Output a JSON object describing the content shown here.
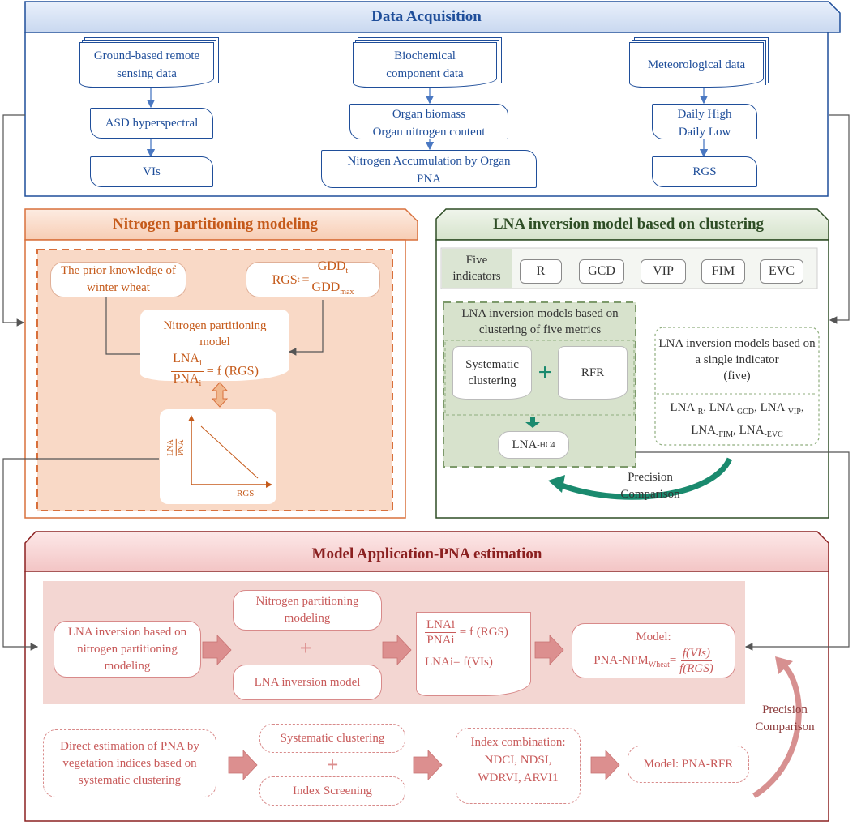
{
  "data_acquisition": {
    "title": "Data Acquisition",
    "ground_doc": "Ground-based remote sensing data",
    "asd": "ASD hyperspectral",
    "vis": "VIs",
    "biochem_doc": "Biochemical component data",
    "organ_biomass": "Organ biomass",
    "organ_nitrogen": "Organ nitrogen content",
    "nitrogen_accum": "Nitrogen Accumulation by Organ",
    "pna": "PNA",
    "meteo_doc": "Meteorological data",
    "daily_high": "Daily High",
    "daily_low": "Daily Low",
    "rgs": "RGS"
  },
  "nitrogen_partitioning": {
    "title": "Nitrogen partitioning modeling",
    "prior_knowledge": "The prior knowledge of winter wheat",
    "rgs_formula": {
      "lhs": "RGS",
      "lhs_sub": "t",
      "eq": "=",
      "num": "GDD",
      "num_sub": "t",
      "den": "GDD",
      "den_sub": "max"
    },
    "model_title": "Nitrogen partitioning model",
    "model_formula": {
      "num": "LNA",
      "num_sub": "i",
      "den": "PNA",
      "den_sub": "i",
      "rhs": "= f (RGS)"
    },
    "plot_ylabel_num": "LNA",
    "plot_ylabel_den": "PNA",
    "plot_xlabel": "RGS"
  },
  "lna_inversion": {
    "title": "LNA inversion model based on clustering",
    "five_indicators": "Five indicators",
    "indicators": [
      "R",
      "GCD",
      "VIP",
      "FIM",
      "EVC"
    ],
    "clustering_title": "LNA inversion models based on clustering of five metrics",
    "systematic_clustering": "Systematic clustering",
    "rfr": "RFR",
    "lna_hc4": {
      "main": "LNA",
      "sub": "-HC4"
    },
    "single_title": "LNA inversion models based on a single indicator",
    "single_five": "(five)",
    "single_list": [
      {
        "main": "LNA",
        "sub": "-R"
      },
      {
        "main": "LNA",
        "sub": "-GCD"
      },
      {
        "main": "LNA",
        "sub": "-VIP"
      },
      {
        "main": "LNA",
        "sub": "-FIM"
      },
      {
        "main": "LNA",
        "sub": "-EVC"
      }
    ],
    "precision_comparison": "Precision Comparison"
  },
  "model_application": {
    "title": "Model Application-PNA estimation",
    "lna_inv_np": "LNA inversion based on nitrogen partitioning modeling",
    "nitrogen_partitioning_modeling": "Nitrogen partitioning modeling",
    "lna_inversion_model": "LNA inversion model",
    "eq_frac_num": "LNAi",
    "eq_frac_den": "PNAi",
    "eq_rhs": "= f (RGS)",
    "eq2": "LNAi= f(VIs)",
    "model_label": "Model:",
    "pna_npm": "PNA-NPM",
    "pna_npm_sub": "Wheat",
    "pna_npm_num": "f(VIs)",
    "pna_npm_den": "f(RGS)",
    "direct_estimation": "Direct estimation of PNA by vegetation indices based on systematic clustering",
    "systematic_clustering": "Systematic clustering",
    "index_screening": "Index Screening",
    "index_combination": "Index combination:",
    "index_list_1": "NDCI, NDSI,",
    "index_list_2": "WDRVI, ARVI1",
    "model_pna_rfr": "Model: PNA-RFR",
    "precision_comparison": "Precision Comparison"
  },
  "symbols": {
    "plus": "+"
  },
  "colors": {
    "blue": "#1f4e9a",
    "orange": "#c55a1a",
    "green": "#2e4d25",
    "red": "#8b2020",
    "teal": "#1a8a6e",
    "pink_arrow": "#d79090",
    "peach": "#f9d9c6",
    "rose": "#f3d6d2"
  }
}
